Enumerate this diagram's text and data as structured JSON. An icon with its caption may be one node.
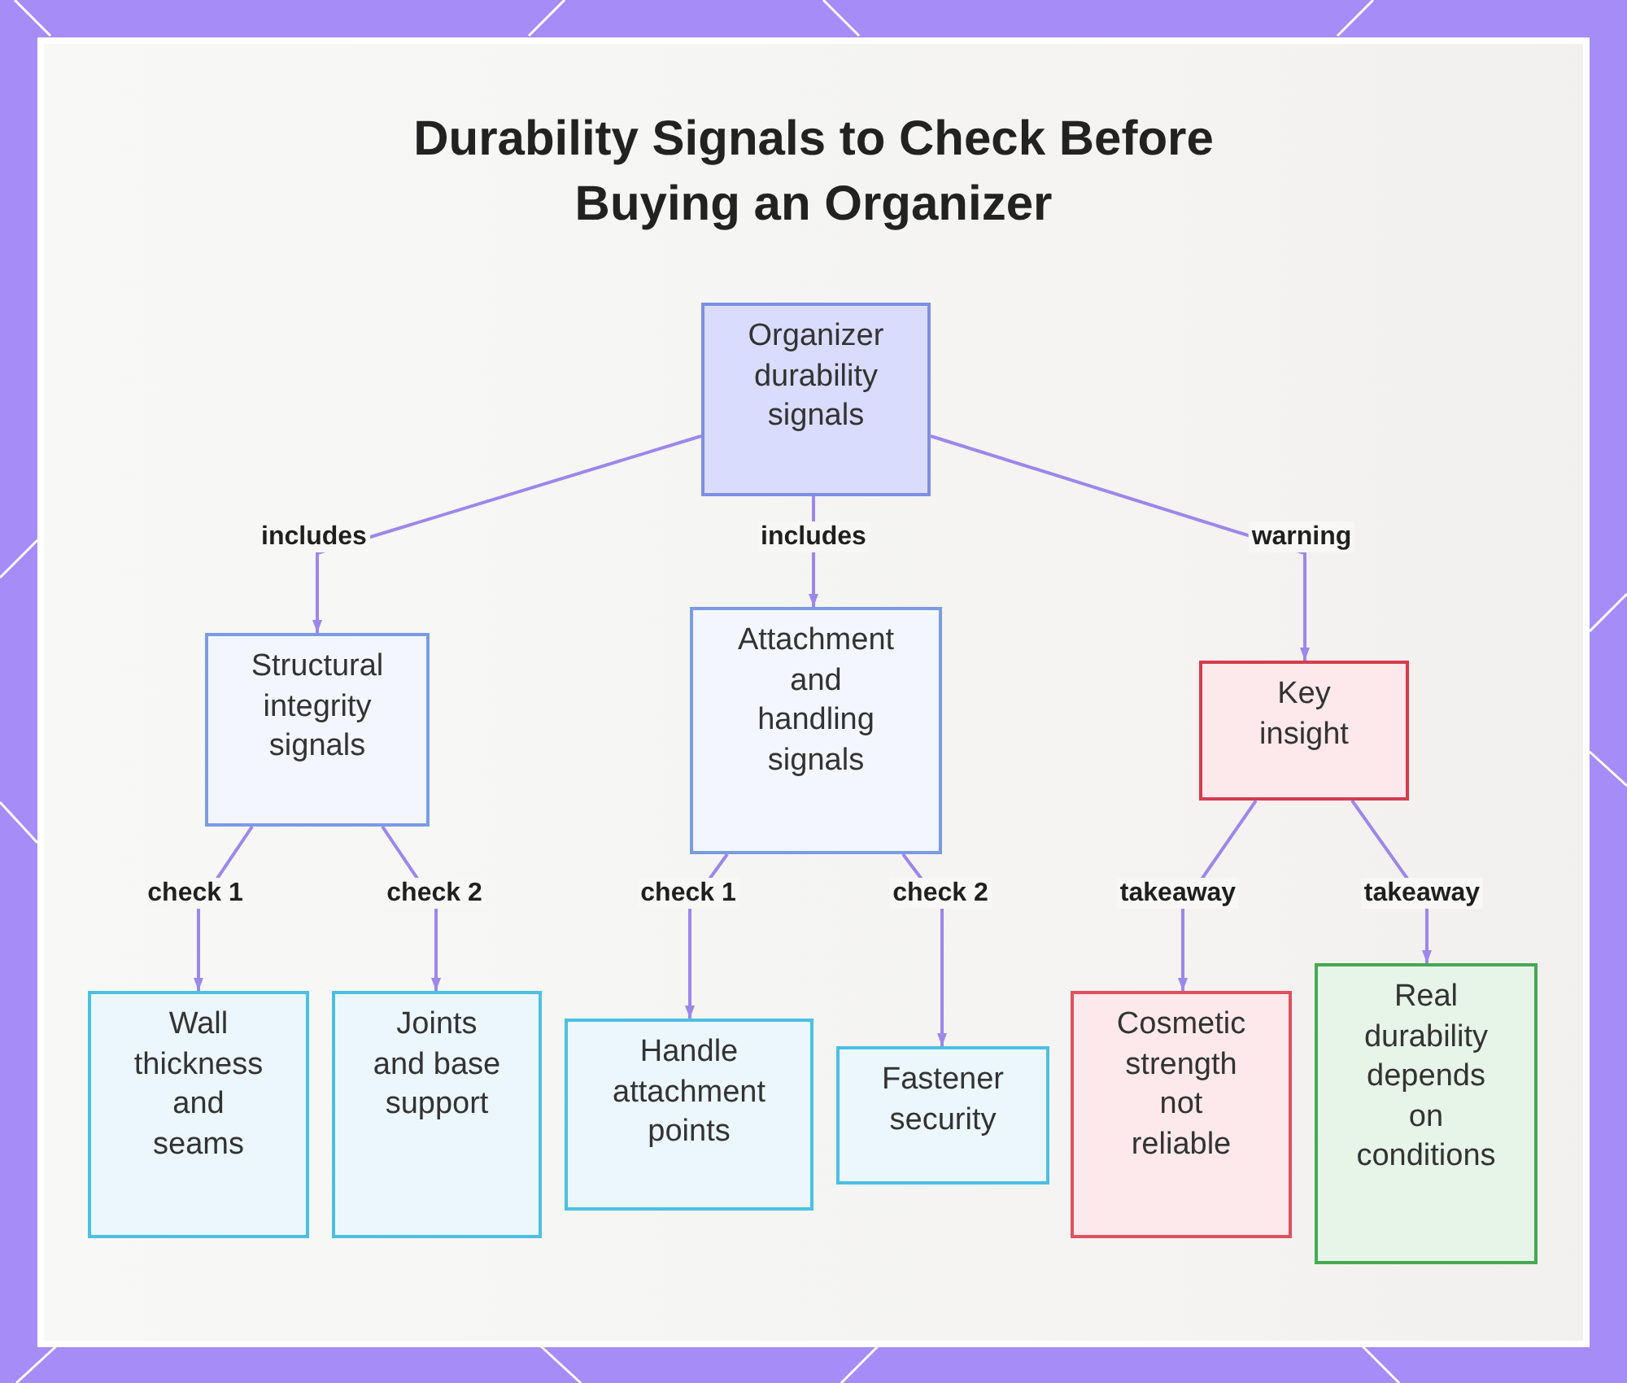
{
  "diagram": {
    "title": "Durability Signals to Check Before Buying an Organizer",
    "nodes": [
      {
        "text": [
          "Organizer durability signals"
        ]
      },
      {
        "text": [
          "Structural integrity signals"
        ]
      },
      {
        "text": [
          "Attachment and handling signals"
        ]
      },
      {
        "text": [
          "Key insight"
        ]
      },
      {
        "text": [
          "Wall thickness and seams"
        ]
      },
      {
        "text": [
          "Joints and base support"
        ]
      },
      {
        "text": [
          "Handle attachment points"
        ]
      },
      {
        "text": [
          "Fastener security"
        ]
      },
      {
        "text": [
          "Cosmetic strength not reliable"
        ]
      },
      {
        "text": [
          "Real durability depends on conditions"
        ]
      }
    ],
    "edges": [
      {
        "from": 0,
        "to": 1,
        "arrow": "to",
        "label": "includes"
      },
      {
        "from": 0,
        "to": 2,
        "arrow": "to",
        "label": "includes"
      },
      {
        "from": 0,
        "to": 3,
        "arrow": "to",
        "label": "warning"
      },
      {
        "from": 1,
        "to": 4,
        "arrow": "to",
        "label": "check 1"
      },
      {
        "from": 1,
        "to": 5,
        "arrow": "to",
        "label": "check 2"
      },
      {
        "from": 2,
        "to": 6,
        "arrow": "to",
        "label": "check 1"
      },
      {
        "from": 2,
        "to": 7,
        "arrow": "to",
        "label": "check 2"
      },
      {
        "from": 3,
        "to": 8,
        "arrow": "to",
        "label": "takeaway"
      },
      {
        "from": 3,
        "to": 9,
        "arrow": "to",
        "label": "takeaway"
      }
    ]
  }
}
